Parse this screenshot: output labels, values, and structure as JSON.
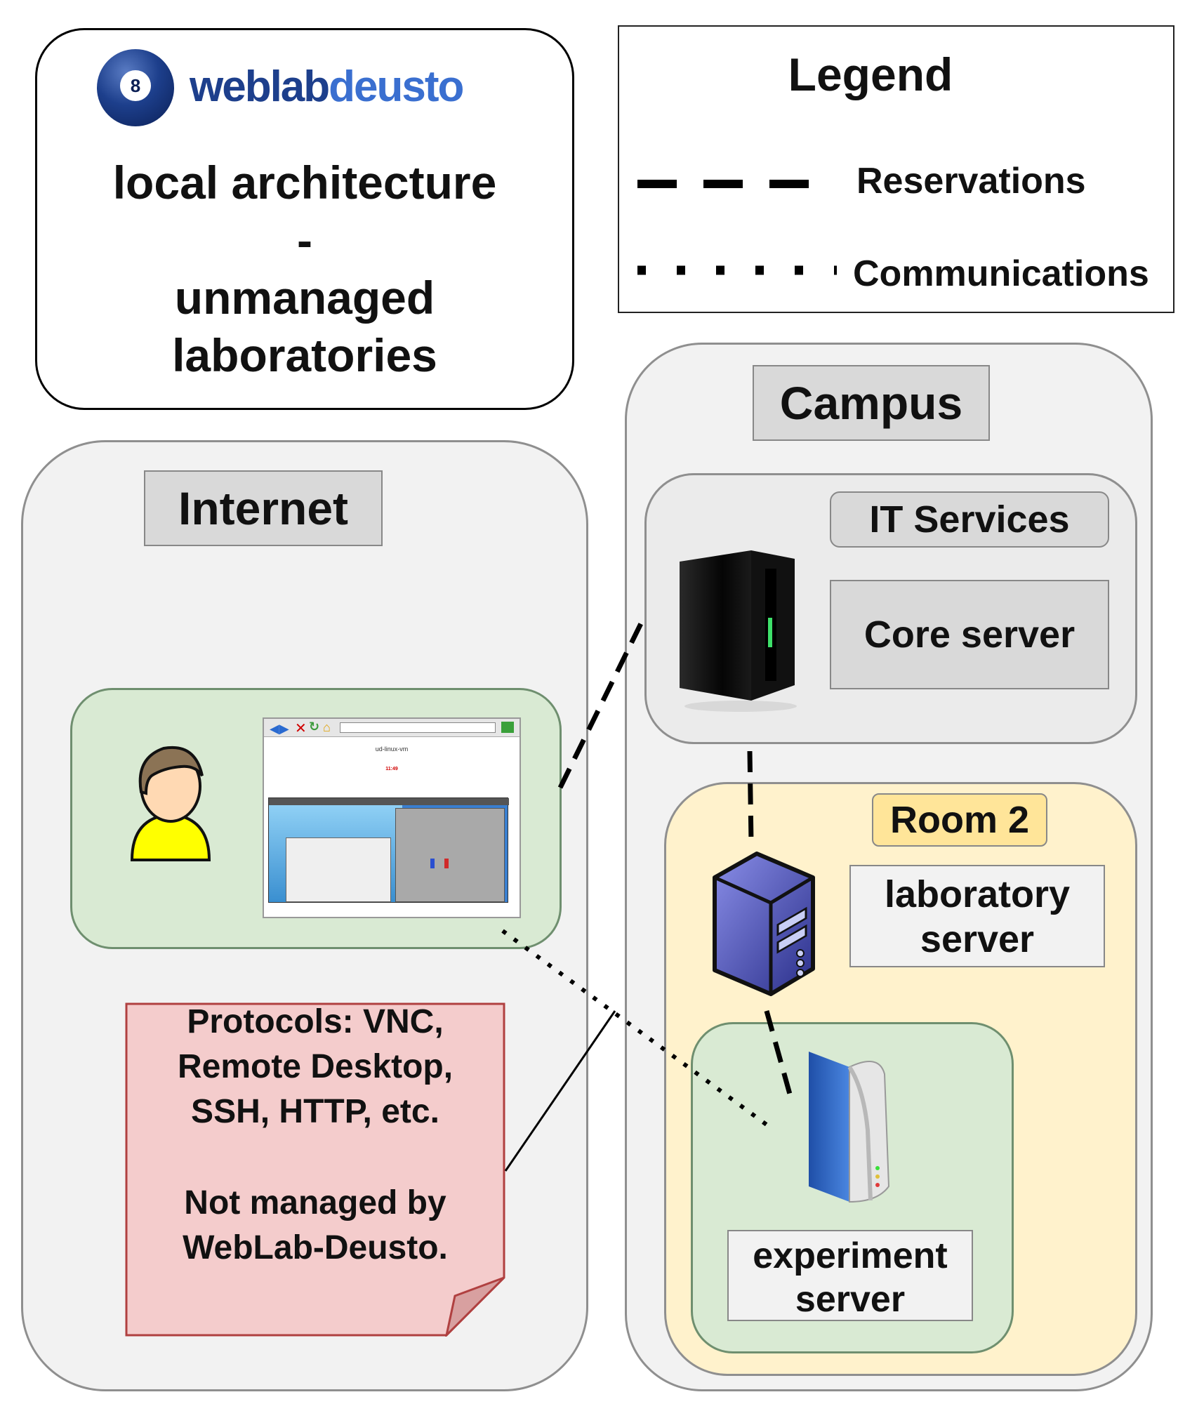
{
  "logo": {
    "text_part1": "weblab",
    "text_part2": "deusto",
    "ball_number": "8"
  },
  "title": {
    "line1": "local architecture",
    "line2": "-",
    "line3": "unmanaged",
    "line4": "laboratories"
  },
  "legend": {
    "title": "Legend",
    "items": [
      {
        "label": "Reservations",
        "line_style": "dashed"
      },
      {
        "label": "Communications",
        "line_style": "dotted"
      }
    ]
  },
  "regions": {
    "internet": "Internet",
    "campus": "Campus",
    "it_services": "IT Services",
    "room": "Room 2"
  },
  "nodes": {
    "core_server": "Core server",
    "laboratory_server": {
      "line1": "laboratory",
      "line2": "server"
    },
    "experiment_server": {
      "line1": "experiment",
      "line2": "server"
    }
  },
  "browser": {
    "window_title": "ud-linux-vm",
    "time_left": "11:49"
  },
  "note": {
    "line1": "Protocols: VNC,",
    "line2": "Remote Desktop,",
    "line3": "SSH, HTTP, etc.",
    "line4": "Not managed by",
    "line5": "WebLab-Deusto."
  },
  "colors": {
    "region_bg": "#f2f2f2",
    "room_bg": "#fff2cc",
    "room_tag_bg": "#ffe599",
    "green_area": "#d9ead3",
    "note_bg": "#f4cccc",
    "user_yellow": "#ffff00",
    "logo_blue": "#1d3f8c"
  }
}
